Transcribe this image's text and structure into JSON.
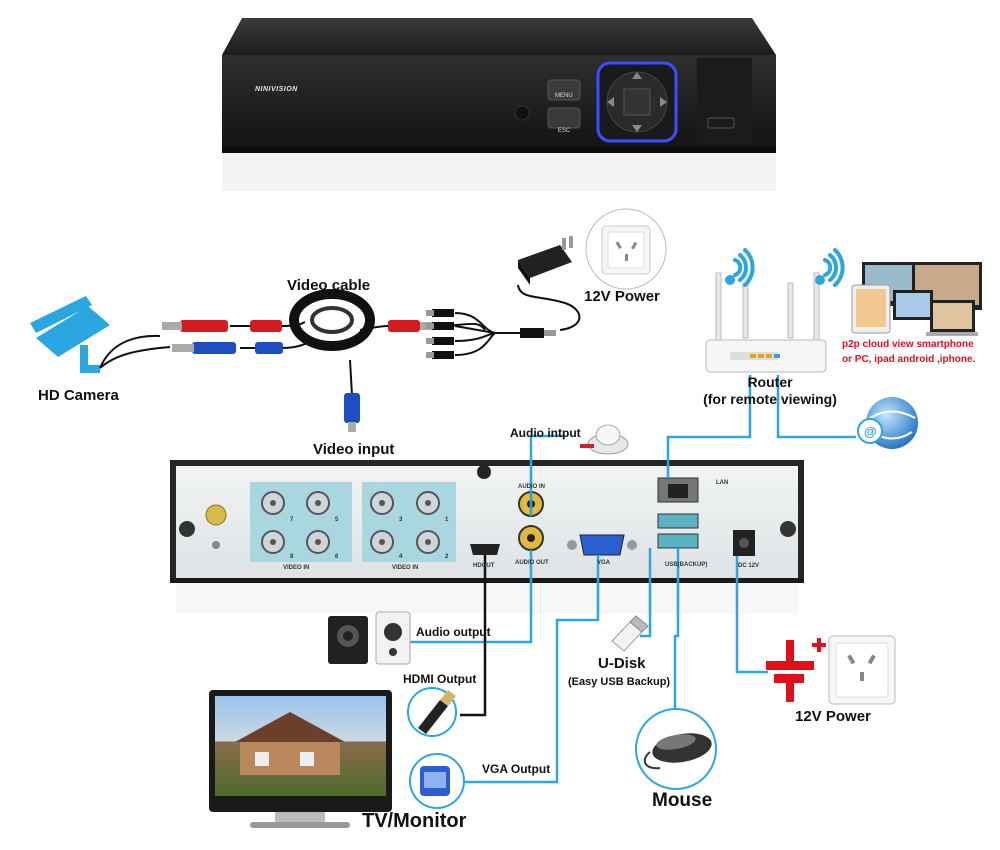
{
  "brand": "NINIVISION",
  "front_panel": {
    "menu_button": "MENU",
    "esc_button": "ESC"
  },
  "labels": {
    "video_cable": "Video cable",
    "power_top": "12V Power",
    "hd_camera": "HD Camera",
    "video_input": "Video input",
    "router": "Router",
    "router_sub": "(for remote viewing)",
    "p2p_line1": "p2p cloud  view smartphone",
    "p2p_line2": "or PC, ipad android ,iphone.",
    "audio_input": "Audio intput",
    "audio_output": "Audio output",
    "hdmi_output": "HDMI Output",
    "vga_output": "VGA Output",
    "u_disk": "U-Disk",
    "u_disk_sub": "(Easy USB Backup)",
    "power_bottom": "12V Power",
    "mouse": "Mouse",
    "tv_monitor": "TV/Monitor"
  },
  "rear_panel": {
    "video_in_1": "VIDEO IN",
    "video_in_2": "VIDEO IN",
    "hdmi_out": "HDOUT",
    "audio_in": "AUDIO IN",
    "audio_out": "AUDIO OUT",
    "vga": "VGA",
    "lan": "LAN",
    "usb": "USB(BACKUP)",
    "dc": "DC 12V",
    "ch": [
      "7",
      "5",
      "3",
      "1",
      "8",
      "6",
      "4",
      "2"
    ]
  },
  "colors": {
    "cable_blue": "#2aa7e0",
    "cable_black": "#111111",
    "power_red": "#e0101a",
    "bnc_teal": "#a9d6df"
  },
  "icons": [
    "camera-icon",
    "wifi-icon",
    "globe-icon",
    "speaker-icon",
    "mouse-icon",
    "monitor-icon",
    "power-socket-icon",
    "power-adapter-icon",
    "usb-disk-icon",
    "router-icon",
    "microphone-icon"
  ]
}
